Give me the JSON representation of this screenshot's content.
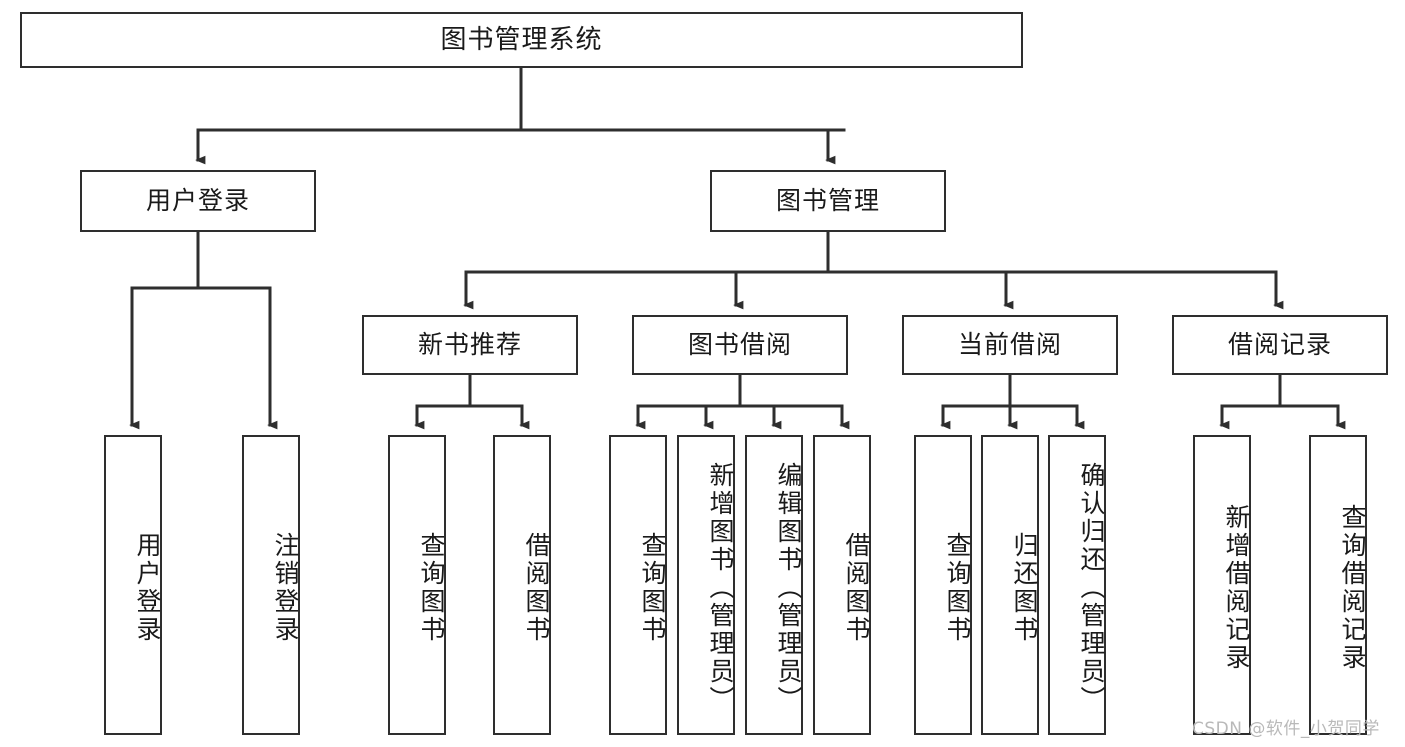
{
  "diagram": {
    "title": "图书管理系统",
    "type": "tree-hierarchy-chart",
    "root": {
      "label": "图书管理系统"
    },
    "level2": [
      {
        "label": "用户登录"
      },
      {
        "label": "图书管理"
      }
    ],
    "level3": [
      {
        "label": "新书推荐"
      },
      {
        "label": "图书借阅"
      },
      {
        "label": "当前借阅"
      },
      {
        "label": "借阅记录"
      }
    ],
    "leaves": {
      "user_login": [
        {
          "label": "用户登录"
        },
        {
          "label": "注销登录"
        }
      ],
      "new_book_recommend": [
        {
          "label": "查询图书"
        },
        {
          "label": "借阅图书"
        }
      ],
      "book_borrow": [
        {
          "label": "查询图书"
        },
        {
          "label": "新增图书（管理员）"
        },
        {
          "label": "编辑图书（管理员）"
        },
        {
          "label": "借阅图书"
        }
      ],
      "current_borrow": [
        {
          "label": "查询图书"
        },
        {
          "label": "归还图书"
        },
        {
          "label": "确认归还（管理员）"
        }
      ],
      "borrow_record": [
        {
          "label": "新增借阅记录"
        },
        {
          "label": "查询借阅记录"
        }
      ]
    }
  },
  "watermark": {
    "text": "CSDN @软件_小贺同学"
  },
  "colors": {
    "stroke": "#2e2e2e",
    "fill": "#ffffff",
    "text": "#1a1a1a",
    "watermark": "#b9b9b9"
  }
}
